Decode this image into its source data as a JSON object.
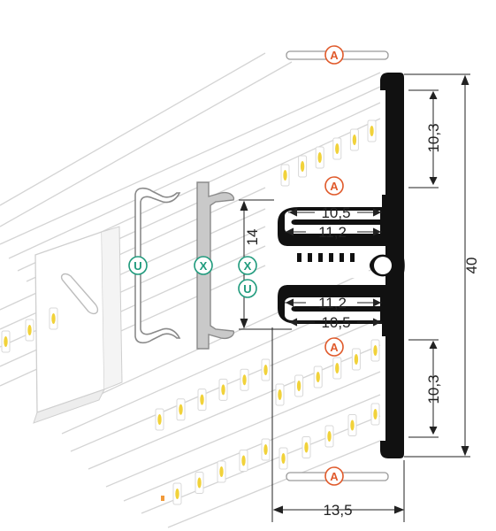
{
  "dimensions": {
    "top_section_height": "10,3",
    "bottom_section_height": "10,3",
    "total_height": "40",
    "top_inner_width": "10,5",
    "top_outer_width": "11,2",
    "bottom_outer_width": "11,2",
    "bottom_inner_width": "10,5",
    "cover_height": "14",
    "profile_width": "13,5"
  },
  "badges": {
    "a": "A",
    "u": "U",
    "x": "X"
  },
  "colors": {
    "profile": "#111111",
    "badge_a": "#e05a2b",
    "badge_ux": "#1e9a7c",
    "line_art": "#d6d6d6",
    "led_yellow": "#f1d23a",
    "led_orange": "#f19a3a"
  }
}
